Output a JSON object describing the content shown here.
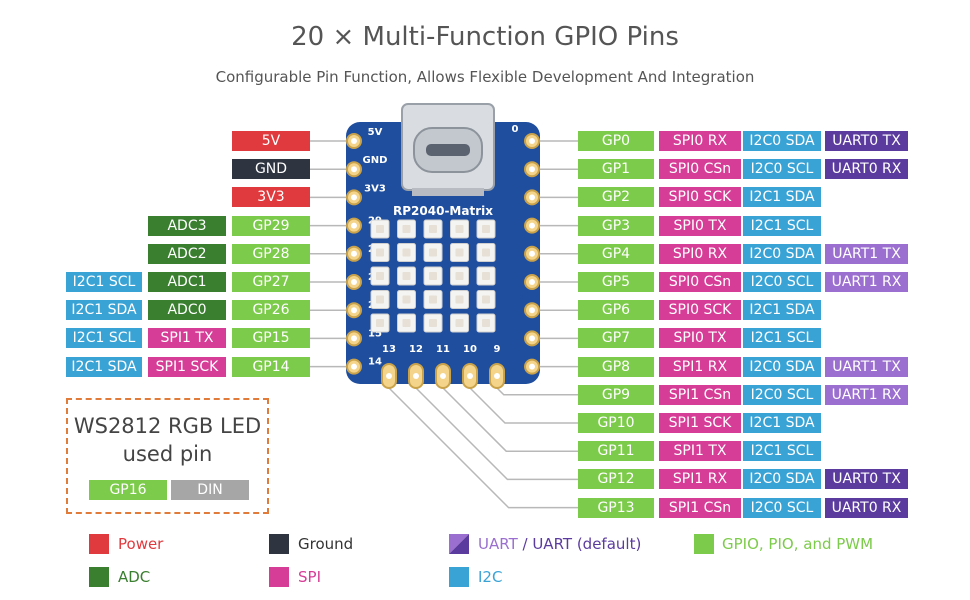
{
  "header": {
    "title": "20 × Multi-Function GPIO Pins",
    "subtitle": "Configurable Pin Function, Allows Flexible Development And Integration"
  },
  "colors": {
    "power": "#e03a3e",
    "ground": "#2e3440",
    "adc": "#3a7f2f",
    "gpio": "#7ccb4a",
    "spi": "#d63d96",
    "i2c": "#3aa3d6",
    "uart": "#9b6fcf",
    "uart_default": "#5b3b9e",
    "din": "#a6a6a6"
  },
  "board": {
    "name": "RP2040-Matrix",
    "left_labels": [
      "5V",
      "GND",
      "3V3",
      "29",
      "28",
      "27",
      "26",
      "15",
      "14"
    ],
    "bottom_labels": [
      "13",
      "12",
      "11",
      "10",
      "9"
    ],
    "right_label_top": "0"
  },
  "left_pins": [
    {
      "tags": [
        {
          "text": "5V",
          "type": "power"
        }
      ]
    },
    {
      "tags": [
        {
          "text": "GND",
          "type": "ground"
        }
      ]
    },
    {
      "tags": [
        {
          "text": "3V3",
          "type": "power"
        }
      ]
    },
    {
      "tags": [
        {
          "text": "ADC3",
          "type": "adc"
        },
        {
          "text": "GP29",
          "type": "gpio"
        }
      ]
    },
    {
      "tags": [
        {
          "text": "ADC2",
          "type": "adc"
        },
        {
          "text": "GP28",
          "type": "gpio"
        }
      ]
    },
    {
      "tags": [
        {
          "text": "I2C1 SCL",
          "type": "i2c"
        },
        {
          "text": "ADC1",
          "type": "adc"
        },
        {
          "text": "GP27",
          "type": "gpio"
        }
      ]
    },
    {
      "tags": [
        {
          "text": "I2C1 SDA",
          "type": "i2c"
        },
        {
          "text": "ADC0",
          "type": "adc"
        },
        {
          "text": "GP26",
          "type": "gpio"
        }
      ]
    },
    {
      "tags": [
        {
          "text": "I2C1 SCL",
          "type": "i2c"
        },
        {
          "text": "SPI1 TX",
          "type": "spi"
        },
        {
          "text": "GP15",
          "type": "gpio"
        }
      ]
    },
    {
      "tags": [
        {
          "text": "I2C1 SDA",
          "type": "i2c"
        },
        {
          "text": "SPI1 SCK",
          "type": "spi"
        },
        {
          "text": "GP14",
          "type": "gpio"
        }
      ]
    }
  ],
  "right_pins": [
    {
      "tags": [
        {
          "text": "GP0",
          "type": "gpio"
        },
        {
          "text": "SPI0 RX",
          "type": "spi"
        },
        {
          "text": "I2C0 SDA",
          "type": "i2c"
        },
        {
          "text": "UART0 TX",
          "type": "uart_default"
        }
      ]
    },
    {
      "tags": [
        {
          "text": "GP1",
          "type": "gpio"
        },
        {
          "text": "SPI0 CSn",
          "type": "spi"
        },
        {
          "text": "I2C0 SCL",
          "type": "i2c"
        },
        {
          "text": "UART0 RX",
          "type": "uart_default"
        }
      ]
    },
    {
      "tags": [
        {
          "text": "GP2",
          "type": "gpio"
        },
        {
          "text": "SPI0 SCK",
          "type": "spi"
        },
        {
          "text": "I2C1 SDA",
          "type": "i2c"
        }
      ]
    },
    {
      "tags": [
        {
          "text": "GP3",
          "type": "gpio"
        },
        {
          "text": "SPI0 TX",
          "type": "spi"
        },
        {
          "text": "I2C1 SCL",
          "type": "i2c"
        }
      ]
    },
    {
      "tags": [
        {
          "text": "GP4",
          "type": "gpio"
        },
        {
          "text": "SPI0 RX",
          "type": "spi"
        },
        {
          "text": "I2C0 SDA",
          "type": "i2c"
        },
        {
          "text": "UART1 TX",
          "type": "uart"
        }
      ]
    },
    {
      "tags": [
        {
          "text": "GP5",
          "type": "gpio"
        },
        {
          "text": "SPI0 CSn",
          "type": "spi"
        },
        {
          "text": "I2C0 SCL",
          "type": "i2c"
        },
        {
          "text": "UART1 RX",
          "type": "uart"
        }
      ]
    },
    {
      "tags": [
        {
          "text": "GP6",
          "type": "gpio"
        },
        {
          "text": "SPI0 SCK",
          "type": "spi"
        },
        {
          "text": "I2C1 SDA",
          "type": "i2c"
        }
      ]
    },
    {
      "tags": [
        {
          "text": "GP7",
          "type": "gpio"
        },
        {
          "text": "SPI0 TX",
          "type": "spi"
        },
        {
          "text": "I2C1 SCL",
          "type": "i2c"
        }
      ]
    },
    {
      "tags": [
        {
          "text": "GP8",
          "type": "gpio"
        },
        {
          "text": "SPI1 RX",
          "type": "spi"
        },
        {
          "text": "I2C0 SDA",
          "type": "i2c"
        },
        {
          "text": "UART1 TX",
          "type": "uart"
        }
      ]
    },
    {
      "tags": [
        {
          "text": "GP9",
          "type": "gpio"
        },
        {
          "text": "SPI1 CSn",
          "type": "spi"
        },
        {
          "text": "I2C0 SCL",
          "type": "i2c"
        },
        {
          "text": "UART1 RX",
          "type": "uart"
        }
      ]
    },
    {
      "tags": [
        {
          "text": "GP10",
          "type": "gpio"
        },
        {
          "text": "SPI1 SCK",
          "type": "spi"
        },
        {
          "text": "I2C1 SDA",
          "type": "i2c"
        }
      ]
    },
    {
      "tags": [
        {
          "text": "GP11",
          "type": "gpio"
        },
        {
          "text": "SPI1 TX",
          "type": "spi"
        },
        {
          "text": "I2C1 SCL",
          "type": "i2c"
        }
      ]
    },
    {
      "tags": [
        {
          "text": "GP12",
          "type": "gpio"
        },
        {
          "text": "SPI1 RX",
          "type": "spi"
        },
        {
          "text": "I2C0 SDA",
          "type": "i2c"
        },
        {
          "text": "UART0 TX",
          "type": "uart_default"
        }
      ]
    },
    {
      "tags": [
        {
          "text": "GP13",
          "type": "gpio"
        },
        {
          "text": "SPI1 CSn",
          "type": "spi"
        },
        {
          "text": "I2C0 SCL",
          "type": "i2c"
        },
        {
          "text": "UART0 RX",
          "type": "uart_default"
        }
      ]
    }
  ],
  "led_box": {
    "title_line1": "WS2812 RGB LED",
    "title_line2": "used pin",
    "gpio_label": "GP16",
    "din_label": "DIN"
  },
  "legend": {
    "power": "Power",
    "ground": "Ground",
    "uart": "UART",
    "uart_sep": " / ",
    "uart_default": "UART (default)",
    "gpio": "GPIO, PIO, and PWM",
    "adc": "ADC",
    "spi": "SPI",
    "i2c": "I2C"
  }
}
